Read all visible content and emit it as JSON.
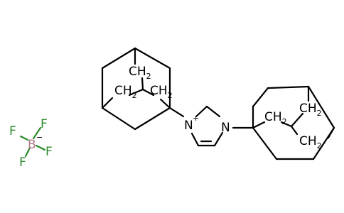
{
  "molecule": {
    "cation": {
      "imidazolium": {
        "n_plus_label": "N",
        "n_plus_charge": "+",
        "n_label": "N"
      },
      "adamantyl_left": {
        "ch2_top": {
          "element": "CH",
          "subscript": "2"
        },
        "ch2_left": {
          "element": "CH",
          "subscript": "2"
        },
        "ch2_right": {
          "element": "CH",
          "subscript": "2"
        }
      },
      "adamantyl_right": {
        "ch2_left": {
          "element": "CH",
          "subscript": "2"
        },
        "ch2_mid": {
          "element": "CH",
          "subscript": "2"
        },
        "ch2_bottom": {
          "element": "CH",
          "subscript": "2"
        }
      }
    },
    "anion": {
      "boron": "B",
      "boron_charge": "−",
      "fluorine_top": "F",
      "fluorine_left": "F",
      "fluorine_right": "F",
      "fluorine_bottom": "F"
    }
  },
  "colors": {
    "bond": "#000000",
    "atom_label": "#000000",
    "boron": "#b27b8e",
    "fluorine": "#2c8a2c",
    "nitrogen": "#000000"
  }
}
